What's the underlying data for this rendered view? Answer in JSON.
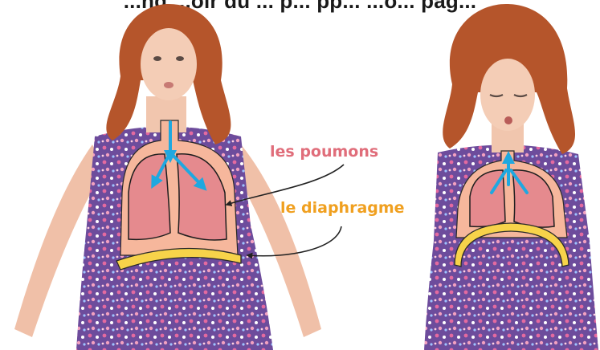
{
  "header": {
    "text_start": "...ng",
    "text_middle": "...oir du ... p... pp...",
    "text_end": "...o... pag..."
  },
  "labels": {
    "lungs": "les poumons",
    "diaphragm": "le diaphragme"
  },
  "colors": {
    "lungs_label": "#e06d7a",
    "diaphragm_label": "#f0a020",
    "lung_fill": "#e58a8e",
    "thorax_fill": "#f6b79c",
    "diaphragm_band": "#f7d34a",
    "air_arrow": "#1fa8e0",
    "hair": "#b5552b",
    "dress_base": "#7a5aa8"
  },
  "icons": {
    "air_arrows_left": "three-way-arrow-down-icon",
    "air_arrows_right": "three-way-arrow-up-icon"
  }
}
